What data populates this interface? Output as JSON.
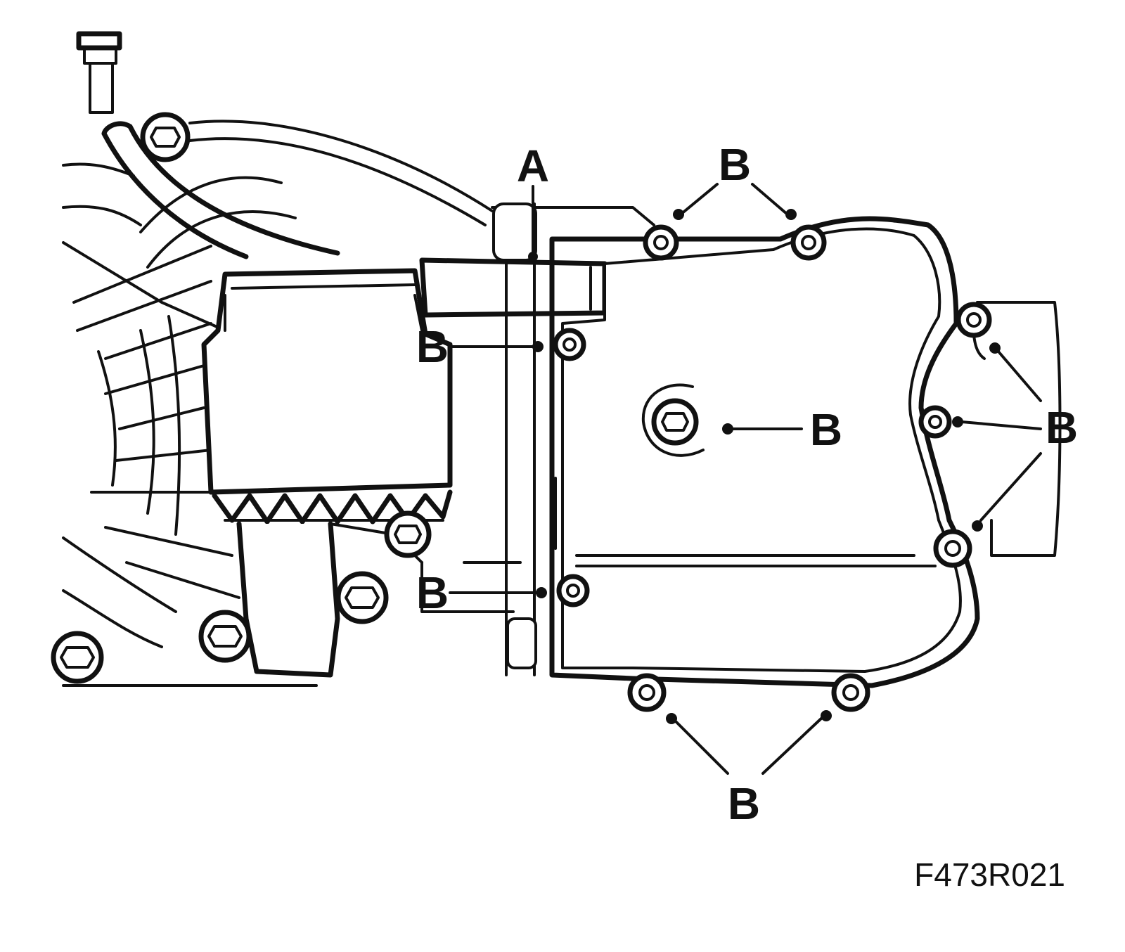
{
  "labels": {
    "a": "A",
    "b_top": "B",
    "b_left_upper": "B",
    "b_center": "B",
    "b_right": "B",
    "b_left_lower": "B",
    "b_bottom": "B"
  },
  "figure_code": "F473R021"
}
